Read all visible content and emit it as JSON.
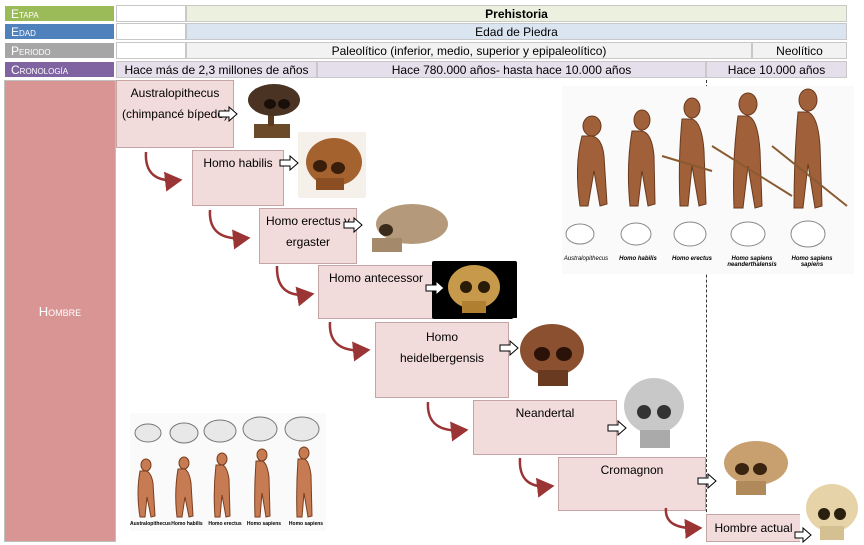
{
  "header": {
    "etapa": {
      "label": "Etapa",
      "value": "Prehistoria",
      "color": "#9bbb59"
    },
    "edad": {
      "label": "Edad",
      "value": "Edad de Piedra",
      "color": "#4f81bd"
    },
    "periodo": {
      "label": "Periodo",
      "paleo": "Paleolítico (inferior, medio, superior y epipaleolítico)",
      "neo": "Neolítico",
      "color": "#a6a6a6"
    },
    "cronologia": {
      "label": "Cronología",
      "c1": "Hace más de 2,3 millones de años",
      "c2": "Hace 780.000 años- hasta hace 10.000 años",
      "c3": "Hace 10.000 años",
      "color": "#8064a2"
    }
  },
  "hombre_label": "Hombre",
  "species": [
    {
      "name": "Australopithecus (chimpancé bípedo)"
    },
    {
      "name": "Homo habilis"
    },
    {
      "name": "Homo erectus y ergaster"
    },
    {
      "name": "Homo antecessor"
    },
    {
      "name": "Homo heidelbergensis"
    },
    {
      "name": "Neandertal"
    },
    {
      "name": "Cromagnon"
    },
    {
      "name": "Hombre actual"
    }
  ],
  "evolution_image": {
    "captions": [
      "Australopithecus",
      "Homo habilis",
      "Homo erectus",
      "Homo sapiens neanderthalensis",
      "Homo sapiens sapiens"
    ]
  },
  "brain_image": {
    "captions": [
      "Australopithecus",
      "Homo habilis",
      "Homo erectus",
      "Homo sapiens",
      "Homo sapiens"
    ]
  },
  "colors": {
    "arrow": "#9b3434",
    "box": "#f2dcdb",
    "hombre": "#d99594"
  }
}
